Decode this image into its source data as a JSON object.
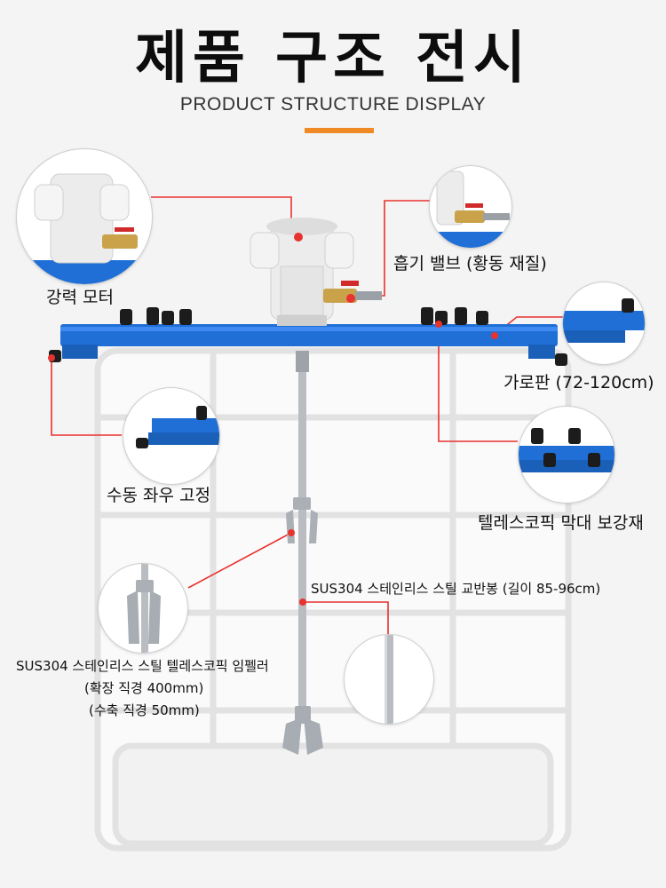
{
  "header": {
    "title": "제품 구조 전시",
    "subtitle": "PRODUCT STRUCTURE DISPLAY"
  },
  "colors": {
    "accent": "#f08a24",
    "frame_blue": "#1f6fd6",
    "pointer_red": "#e8322f",
    "steel": "#b9bdc2"
  },
  "callouts": {
    "motor": "강력 모터",
    "valve": "흡기 밸브 (황동 재질)",
    "crossbar": "가로판 (72-120cm)",
    "manual_fix": "수동 좌우 고정",
    "telescopic_rod": "텔레스코픽 막대 보강재",
    "shaft": "SUS304 스테인리스 스틸 교반봉 (길이 85-96cm)",
    "impeller_line1": "SUS304 스테인리스 스틸 텔레스코픽 임펠러",
    "impeller_line2": "(확장 직경 400mm)",
    "impeller_line3": "(수축 직경 50mm)"
  }
}
